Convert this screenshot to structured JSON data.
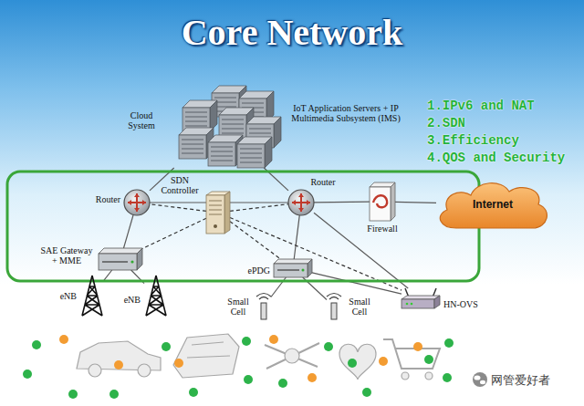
{
  "diagram": {
    "title": "Core Network",
    "nodes": [
      {
        "text": [
          "Cloud System",
          "IoT Application Servers + IP Multimedia Subsystem (IMS)"
        ]
      },
      {
        "text": [
          "Router"
        ]
      },
      {
        "text": [
          "SDN Controller"
        ]
      },
      {
        "text": [
          "Router"
        ]
      },
      {
        "text": [
          "Firewall"
        ]
      },
      {
        "text": [
          "Internet"
        ]
      },
      {
        "text": [
          "SAE Gateway + MME"
        ]
      },
      {
        "text": [
          "ePDG"
        ]
      },
      {
        "text": [
          "eNB"
        ]
      },
      {
        "text": [
          "eNB"
        ]
      },
      {
        "text": [
          "Small Cell"
        ]
      },
      {
        "text": [
          "Small Cell"
        ]
      },
      {
        "text": [
          "HN-OVS"
        ]
      }
    ],
    "edges": [
      {
        "from": 0,
        "to": 1,
        "arrow": "none"
      },
      {
        "from": 0,
        "to": 3,
        "arrow": "none"
      },
      {
        "from": 1,
        "to": 3,
        "arrow": "none"
      },
      {
        "from": 1,
        "to": 6,
        "arrow": "none"
      },
      {
        "from": 3,
        "to": 4,
        "arrow": "none"
      },
      {
        "from": 4,
        "to": 5,
        "arrow": "none"
      },
      {
        "from": 3,
        "to": 7,
        "arrow": "none"
      },
      {
        "from": 3,
        "to": 12,
        "arrow": "none"
      },
      {
        "from": 6,
        "to": 8,
        "arrow": "none"
      },
      {
        "from": 6,
        "to": 9,
        "arrow": "none"
      },
      {
        "from": 7,
        "to": 10,
        "arrow": "none"
      },
      {
        "from": 7,
        "to": 11,
        "arrow": "none"
      },
      {
        "from": 7,
        "to": 12,
        "arrow": "none"
      },
      {
        "from": 2,
        "to": 1,
        "arrow": "none"
      },
      {
        "from": 2,
        "to": 3,
        "arrow": "none"
      },
      {
        "from": 2,
        "to": 6,
        "arrow": "none"
      },
      {
        "from": 2,
        "to": 7,
        "arrow": "none"
      },
      {
        "from": 2,
        "to": 12,
        "arrow": "none"
      }
    ],
    "labels": [
      "1.IPv6 and NAT",
      "2.SDN",
      "3.Efficiency",
      "4.QOS and Security",
      "网管爱好者"
    ]
  }
}
